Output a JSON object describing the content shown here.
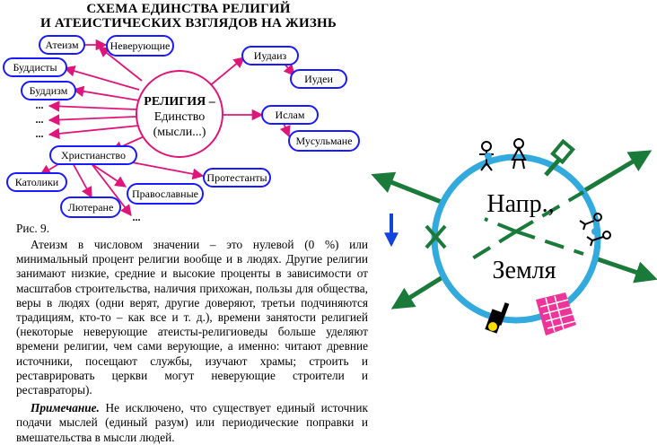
{
  "title_line1": "СХЕМА ЕДИНСТВА РЕЛИГИЙ",
  "title_line2": "И АТЕИСТИЧЕСКИХ ВЗГЛЯДОВ НА ЖИЗНЬ",
  "center": {
    "line1": "РЕЛИГИЯ –",
    "line2": "Единство",
    "line3": "(мысли...)"
  },
  "nodes": {
    "ateizm": "Атеизм",
    "neveruyushchie": "Неверующие",
    "buddisty": "Буддисты",
    "buddizm": "Буддизм",
    "dots1": "...",
    "dots2": "...",
    "dots3": "...",
    "khristianstvo": "Христианство",
    "katoliki": "Католики",
    "lyuterane": "Лютеране",
    "pravoslavnye": "Православные",
    "protestanty": "Протестанты",
    "dots4": "...",
    "iudaizm": "Иудаиз",
    "iudei": "Иудеи",
    "islam": "Ислам",
    "musulmane": "Мусульмане"
  },
  "figure_caption": "Рис. 9.",
  "paragraph1": "Атеизм в числовом значении – это нулевой (0 %) или минимальный процент религии вообще и в людях. Другие религии занимают низкие, средние и высокие проценты в зависимости от масштабов строительства, наличия прихожан, пользы для общества, веры в людях (одни верят, другие доверяют, третьи подчиняются традициям, кто-то – как все и т. д.), времени занятости религией (некоторые неверующие атеисты-религиоведы больше уделяют времени религии, чем сами верующие, а именно: читают древние источники, посещают службы, изучают храмы; строить и реставрировать церкви могут неверующие строители и реставраторы).",
  "note_label": "Примечание.",
  "note_text": " Не исключено, что существует единый источник подачи мыслей (единый разум) или периодические поправки и вмешательства в мысли людей.",
  "globe": {
    "line1": "Напр.,",
    "line2": "Земля"
  },
  "colors": {
    "ellipse": "#1a1aff",
    "arrow": "#e0157a",
    "globe_ring": "#33aadd",
    "green": "#1a7a3a",
    "pink": "#ee3399",
    "blue_arrow": "#1144dd"
  }
}
